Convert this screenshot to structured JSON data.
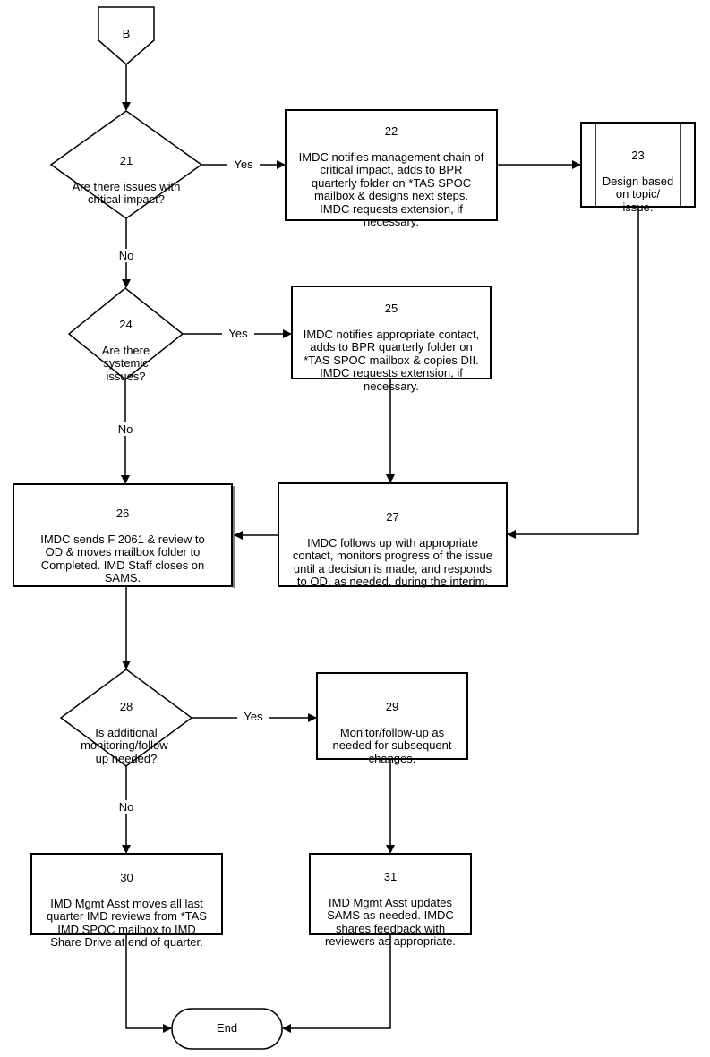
{
  "nodes": {
    "b": {
      "text": "B"
    },
    "n21": {
      "num": "21",
      "text": "Are there issues with\ncritical impact?"
    },
    "n22": {
      "num": "22",
      "text": "IMDC notifies management chain of\ncritical impact, adds to BPR\nquarterly folder on *TAS SPOC\nmailbox & designs next steps.\nIMDC requests extension, if\nnecessary."
    },
    "n23": {
      "num": "23",
      "text": "Design based\non topic/\nissue."
    },
    "n24": {
      "num": "24",
      "text": "Are there\nsystemic\nissues?"
    },
    "n25": {
      "num": "25",
      "text": "IMDC notifies appropriate contact,\nadds  to BPR quarterly folder on\n*TAS SPOC mailbox & copies DII.\nIMDC requests extension, if\nnecessary."
    },
    "n26": {
      "num": "26",
      "text": "IMDC sends F 2061 & review to\nOD & moves mailbox folder to\nCompleted. IMD Staff closes on\nSAMS."
    },
    "n27": {
      "num": "27",
      "text": "IMDC follows up with appropriate\ncontact, monitors progress of the issue\nuntil a decision is made, and responds\nto OD, as needed, during the interim."
    },
    "n28": {
      "num": "28",
      "text": "Is additional\nmonitoring/follow-\nup needed?"
    },
    "n29": {
      "num": "29",
      "text": "Monitor/follow-up as\nneeded for subsequent\nchanges."
    },
    "n30": {
      "num": "30",
      "text": "IMD Mgmt Asst moves all last\nquarter IMD reviews from *TAS\nIMD SPOC mailbox to IMD\nShare Drive at end of quarter."
    },
    "n31": {
      "num": "31",
      "text": "IMD Mgmt Asst updates\nSAMS as needed.  IMDC\nshares feedback with\nreviewers as appropriate."
    },
    "end": {
      "text": "End"
    }
  },
  "edges": {
    "yes21": "Yes",
    "no21": "No",
    "yes24": "Yes",
    "no24": "No",
    "yes28": "Yes",
    "no28": "No"
  }
}
